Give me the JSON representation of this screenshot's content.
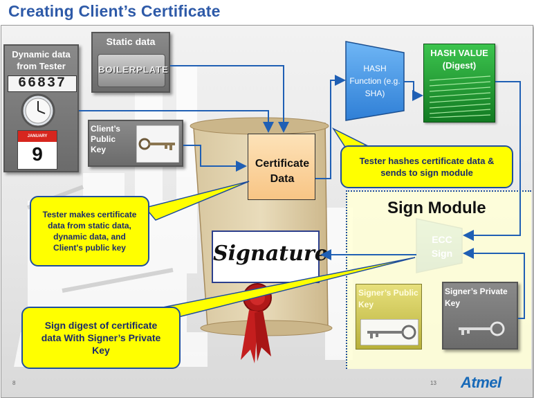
{
  "title": "Creating  Client’s Certificate",
  "dynamic_data": {
    "label": "Dynamic data from Tester",
    "counter": "66837",
    "calendar_month": "JANUARY",
    "calendar_day": "9"
  },
  "static_data": {
    "label": "Static data",
    "plate_text": "BOILERPLATE"
  },
  "client_key": {
    "label": "Client’s Public Key"
  },
  "certificate": {
    "label": "Certificate Data"
  },
  "hash_function": {
    "label": "HASH Function (e.g. SHA)"
  },
  "hash_value": {
    "label": "HASH VALUE (Digest)"
  },
  "sign_module": {
    "title": "Sign Module"
  },
  "ecc": {
    "label": "ECC Sign"
  },
  "signature": {
    "text": "Signature"
  },
  "signer_public": {
    "label": "Signer’s Public Key"
  },
  "signer_private": {
    "label": "Signer’s Private Key"
  },
  "callouts": {
    "tester_hashes": "Tester hashes certificate data & sends to sign module",
    "tester_makes": "Tester makes certificate data from static data, dynamic data, and Client's public key",
    "sign_digest": "Sign digest of certificate data With Signer’s Private Key"
  },
  "footer": {
    "left_num": "8",
    "right_num": "13",
    "logo": "Atmel"
  },
  "colors": {
    "title": "#2e5aa8",
    "arrow": "#1f5fb4",
    "callout_fill": "#ffff00",
    "hash_blue": "#3a8ee6",
    "digest_green": "#1ea83a",
    "cert_fill": "#fbcf94"
  }
}
